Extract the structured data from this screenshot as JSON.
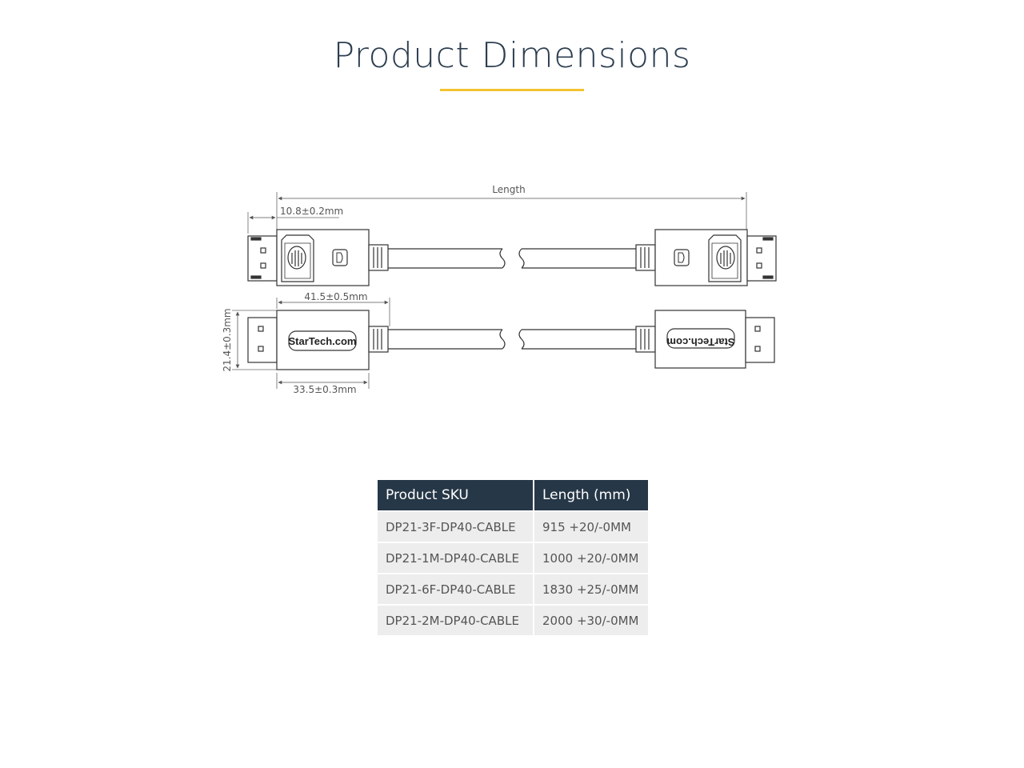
{
  "page": {
    "title": "Product Dimensions"
  },
  "diagram": {
    "length_label": "Length",
    "plug_tip_label": "10.8±0.2mm",
    "housing_length_label": "41.5±0.5mm",
    "height_label": "21.4±0.3mm",
    "body_length_label": "33.5±0.3mm",
    "brand_text": "StarTech.com"
  },
  "table": {
    "headers": [
      "Product SKU",
      "Length (mm)"
    ],
    "rows": [
      {
        "sku": "DP21-3F-DP40-CABLE",
        "length": "915 +20/-0MM"
      },
      {
        "sku": "DP21-1M-DP40-CABLE",
        "length": "1000 +20/-0MM"
      },
      {
        "sku": "DP21-6F-DP40-CABLE",
        "length": "1830 +25/-0MM"
      },
      {
        "sku": "DP21-2M-DP40-CABLE",
        "length": "2000 +30/-0MM"
      }
    ]
  },
  "colors": {
    "accent": "#f2c230",
    "header_bg": "#263747",
    "cell_bg": "#ededed"
  }
}
